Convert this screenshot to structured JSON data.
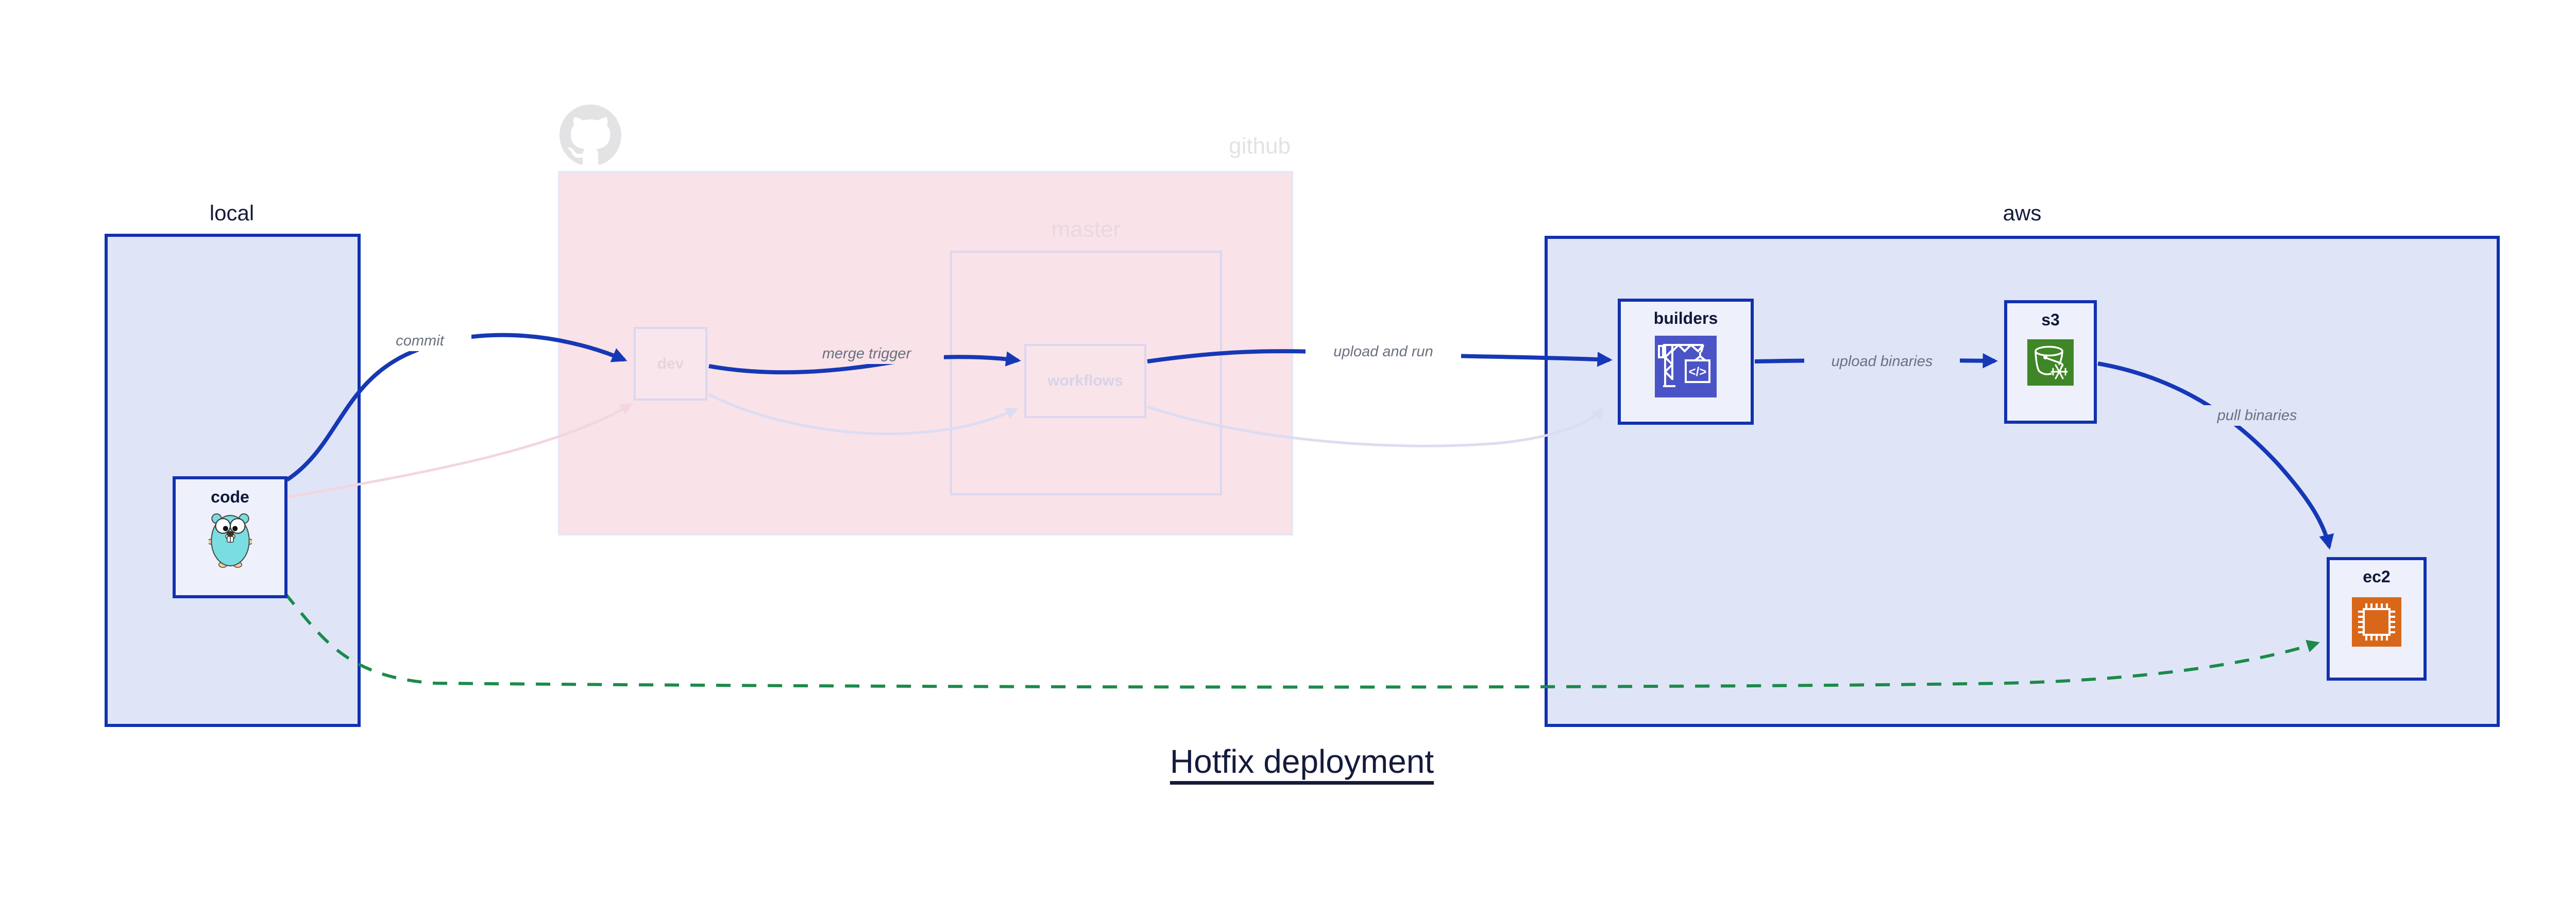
{
  "title": {
    "text": "Hotfix deployment"
  },
  "regions": {
    "local": {
      "label": "local"
    },
    "github": {
      "label": "github",
      "logo_icon": "github-octocat-icon"
    },
    "master": {
      "label": "master"
    },
    "aws": {
      "label": "aws"
    }
  },
  "nodes": {
    "code": {
      "label": "code",
      "icon": "go-gopher-icon"
    },
    "dev": {
      "label": "dev"
    },
    "workflows": {
      "label": "workflows"
    },
    "builders": {
      "label": "builders",
      "icon": "aws-codebuild-icon",
      "icon_glyph": "</>"
    },
    "s3": {
      "label": "s3",
      "icon": "aws-s3-glacier-bucket-icon"
    },
    "ec2": {
      "label": "ec2",
      "icon": "aws-ec2-chip-icon"
    }
  },
  "edges": {
    "commit": {
      "label": "commit",
      "from": "code",
      "to": "dev",
      "style": "solid-blue"
    },
    "merge_trigger": {
      "label": "merge trigger",
      "from": "dev",
      "to": "workflows",
      "style": "solid-blue"
    },
    "upload_and_run": {
      "label": "upload and run",
      "from": "workflows",
      "to": "builders",
      "style": "solid-blue"
    },
    "upload_binaries": {
      "label": "upload binaries",
      "from": "builders",
      "to": "s3",
      "style": "solid-blue"
    },
    "pull_binaries": {
      "label": "pull binaries",
      "from": "s3",
      "to": "ec2",
      "style": "solid-blue"
    },
    "hotfix_path": {
      "label": "",
      "from": "code",
      "to": "ec2",
      "style": "dashed-green"
    },
    "faded_commit": {
      "label": "",
      "from": "code",
      "to": "dev",
      "style": "faded-pink"
    },
    "faded_merge": {
      "label": "",
      "from": "dev",
      "to": "workflows",
      "style": "faded-lavender"
    },
    "faded_upload": {
      "label": "",
      "from": "workflows",
      "to": "builders",
      "style": "faded-lavender"
    }
  },
  "colors": {
    "border_blue": "#1231af",
    "edge_blue": "#1638b6",
    "hotfix_green": "#1c8a4b",
    "region_fill_blue": "#dfe5f7",
    "github_pink_fill": "#f9e2e8",
    "faded_border_lavender": "#dbd7ef",
    "node_fill": "#eef1fb",
    "codebuild_indigo": "#4a54c6",
    "s3_green": "#3e8627",
    "ec2_orange": "#d9671a",
    "gopher_teal": "#7adde2",
    "edge_label_gray": "#6a7180",
    "navy_text": "#141b3c",
    "faded_gray_text": "#e3e3e6"
  }
}
